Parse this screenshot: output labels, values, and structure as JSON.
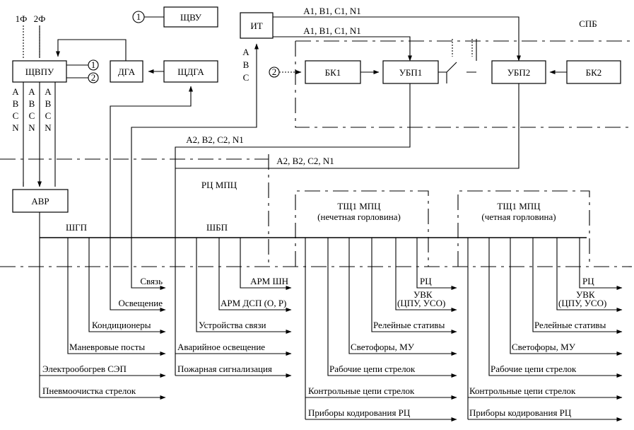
{
  "blocks": {
    "schvu": "ЩВУ",
    "schvpu": "ЩВПУ",
    "dga": "ДГА",
    "schdga": "ЩДГА",
    "it": "ИТ",
    "bk1": "БК1",
    "ubp1": "УБП1",
    "ubp2": "УБП2",
    "bk2": "БК2",
    "avr": "АВР"
  },
  "markers": {
    "one": "1",
    "two": "2"
  },
  "inputs": {
    "in1": "1Ф",
    "in2": "2Ф"
  },
  "phases": {
    "col_letters": [
      "A",
      "B",
      "C",
      "N"
    ],
    "it_letters": [
      "A",
      "B",
      "C"
    ]
  },
  "buses": {
    "line1_top": "A1, B1, C1, N1",
    "line1_mid": "A1, B1, C1, N1",
    "line2_a": "A2, B2, C2, N1",
    "line2_b": "A2, B2, C2, N1"
  },
  "zones": {
    "spb": "СПБ",
    "rc_mpc": "РЦ МПЦ",
    "tsch1_odd_title": "ТЩ1 МПЦ",
    "tsch1_odd_sub": "(нечетная горловина)",
    "tsch1_even_title": "ТЩ1 МПЦ",
    "tsch1_even_sub": "(четная горловина)"
  },
  "panels": {
    "shgp": "ШГП",
    "shbp": "ШБП"
  },
  "loads": {
    "shgp": [
      "Связь",
      "Освещение",
      "Кондиционеры",
      "Маневровые посты",
      "Электрообогрев СЭП",
      "Пневмоочистка стрелок"
    ],
    "shbp": [
      "АРМ ШН",
      "АРМ ДСП (О, Р)",
      "Устройства связи",
      "Аварийное освещение",
      "Пожарная сигнализация"
    ],
    "tsch_odd": [
      "РЦ",
      "УВК",
      "(ЦПУ, УСО)",
      "Релейные стативы",
      "Светофоры, МУ",
      "Рабочие цепи стрелок",
      "Контрольные цепи стрелок",
      "Приборы кодирования РЦ"
    ],
    "tsch_even": [
      "РЦ",
      "УВК",
      "(ЦПУ, УСО)",
      "Релейные стативы",
      "Светофоры, МУ",
      "Рабочие цепи стрелок",
      "Контрольные цепи стрелок",
      "Приборы кодирования РЦ"
    ]
  }
}
